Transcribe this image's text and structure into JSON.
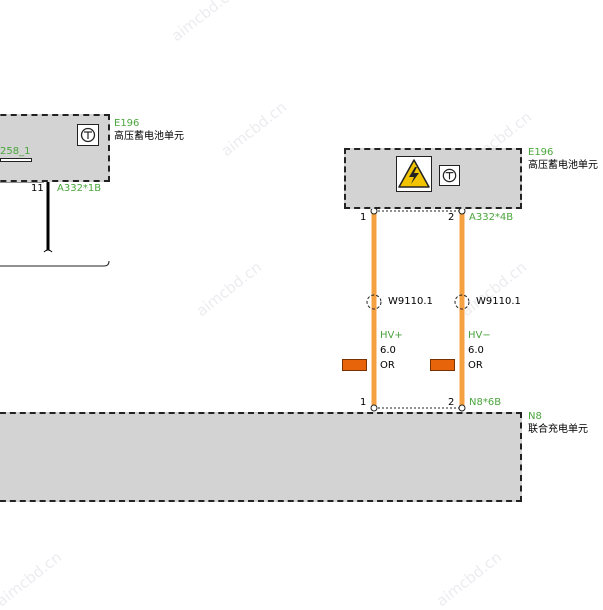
{
  "left_unit": {
    "id": "E196",
    "name": "高压蓄电池单元",
    "signal": "258_1",
    "pin": "11",
    "connector": "A332*1B"
  },
  "right_unit": {
    "id": "E196",
    "name": "高压蓄电池单元",
    "connector": "A332*4B",
    "pins": [
      "1",
      "2"
    ]
  },
  "splice_1": {
    "label": "W9110.1"
  },
  "splice_2": {
    "label": "W9110.1"
  },
  "wire_1": {
    "name": "HV+",
    "size": "6.0",
    "color_code": "OR"
  },
  "wire_2": {
    "name": "HV−",
    "size": "6.0",
    "color_code": "OR"
  },
  "bottom_unit": {
    "id": "N8",
    "name": "联合充电单元",
    "connector": "N8*6B",
    "pins": [
      "1",
      "2"
    ]
  },
  "watermark": "aimcbd.cn",
  "colors": {
    "wire_orange": "#f5a142",
    "marker_orange": "#e8640a",
    "code_green": "#4aa63c",
    "box_fill": "#d3d3d3"
  },
  "icons": [
    "motor-controller-icon",
    "high-voltage-warning-icon"
  ]
}
